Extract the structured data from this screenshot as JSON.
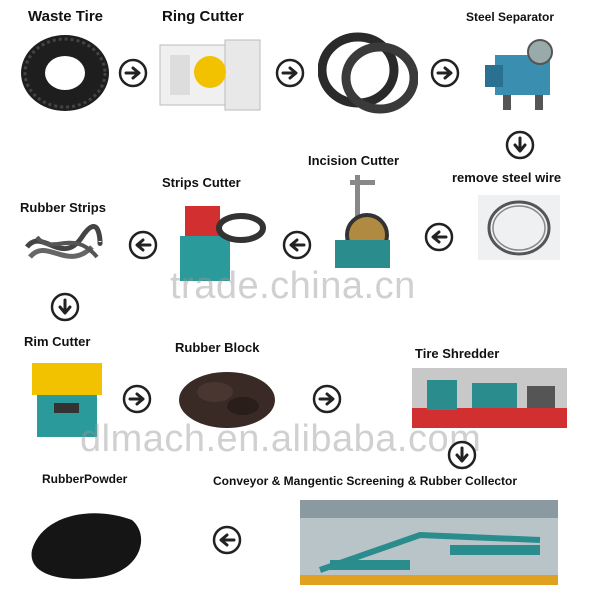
{
  "labels": {
    "waste_tire": "Waste Tire",
    "ring_cutter": "Ring Cutter",
    "steel_separator": "Steel Separator",
    "remove_steel_wire": "remove steel wire",
    "incision_cutter": "Incision Cutter",
    "strips_cutter": "Strips Cutter",
    "rubber_strips": "Rubber Strips",
    "rim_cutter": "Rim Cutter",
    "rubber_block": "Rubber Block",
    "tire_shredder": "Tire Shredder",
    "rubber_powder": "RubberPowder",
    "conveyor": "Conveyor & Mangentic Screening & Rubber Collector"
  },
  "watermarks": {
    "trade": "trade.china.cn",
    "dlmach": "dlmach.en.alibaba.com"
  },
  "icons": {
    "arrow_right": "arrow-right-icon",
    "arrow_left": "arrow-left-icon",
    "arrow_down": "arrow-down-icon"
  },
  "colors": {
    "arrow_ring": "#222222",
    "arrow_fill": "#ffffff",
    "machine_teal": "#2a8c8c",
    "machine_yellow": "#f2c200",
    "machine_red": "#d23030",
    "rubber_dark": "#2b2b2b"
  }
}
